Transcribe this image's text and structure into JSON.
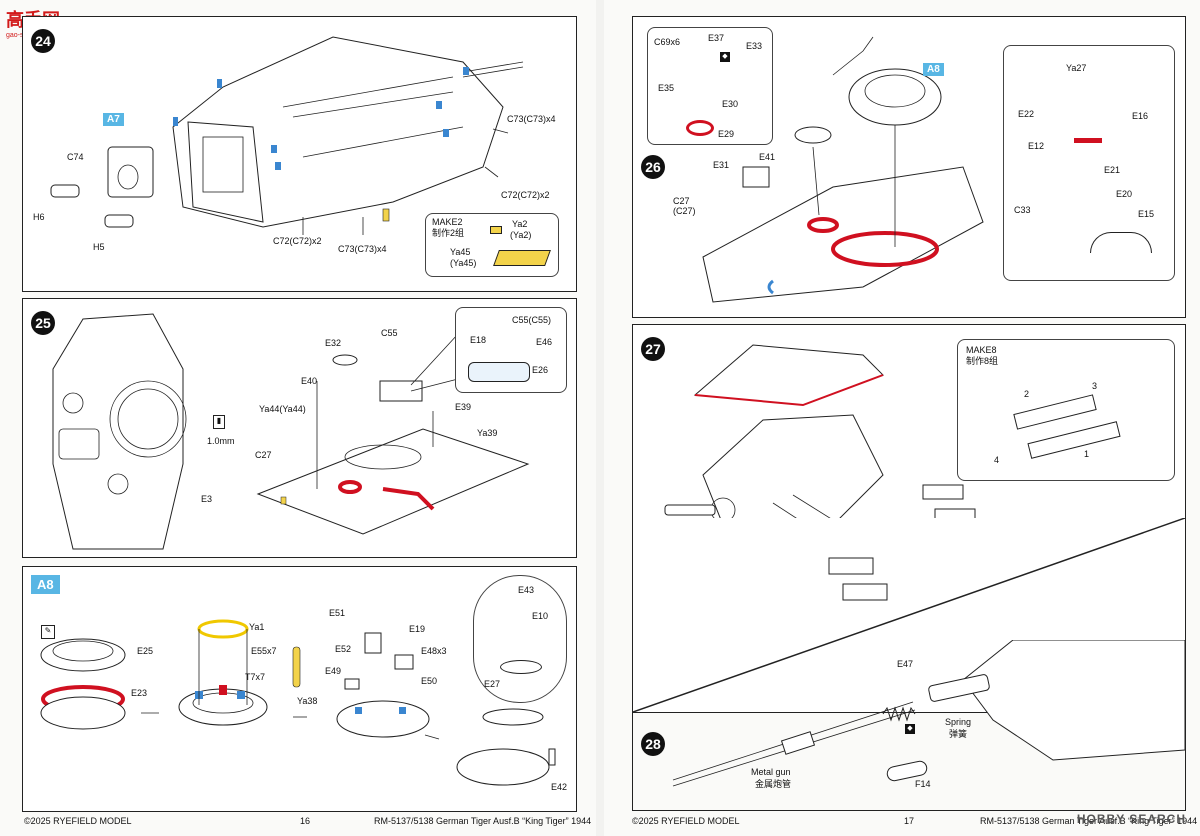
{
  "watermark": {
    "main": "高手网",
    "sub": "gao-shou.com"
  },
  "left": {
    "step24": {
      "number": "24",
      "tag": "A7",
      "labels": {
        "c74": "C74",
        "h6": "H6",
        "h5": "H5",
        "c73a": "C73(C73)x4",
        "c72a": "C72(C72)x2",
        "c72b": "C72(C72)x2",
        "c73b": "C73(C73)x4"
      },
      "make": {
        "title": "MAKE2",
        "title_cn": "制作2组",
        "ya2": "Ya2",
        "ya2b": "(Ya2)",
        "ya45": "Ya45",
        "ya45b": "(Ya45)"
      }
    },
    "step25": {
      "number": "25",
      "labels": {
        "e32": "E32",
        "c55": "C55",
        "e40": "E40",
        "ya44": "Ya44(Ya44)",
        "e39": "E39",
        "ya39": "Ya39",
        "c27": "C27",
        "e3": "E3",
        "drill": "1.0mm",
        "c55b": "C55(C55)",
        "e18": "E18",
        "e46": "E46",
        "e26": "E26"
      }
    },
    "a8": {
      "tag": "A8",
      "labels": {
        "e25": "E25",
        "e23": "E23",
        "ya1": "Ya1",
        "e55": "E55x7",
        "t7": "T7x7",
        "ya38": "Ya38",
        "e51": "E51",
        "e19": "E19",
        "e52": "E52",
        "e48": "E48x3",
        "e49": "E49",
        "e50": "E50",
        "e43": "E43",
        "e10": "E10",
        "e27": "E27",
        "e42": "E42"
      }
    },
    "footer": {
      "copyright": "©2025 RYEFIELD MODEL",
      "page": "16",
      "model": "RM-5137/5138 German Tiger Ausf.B “King Tiger” 1944"
    }
  },
  "right": {
    "step26": {
      "number": "26",
      "tag": "A8",
      "labels": {
        "c69": "C69x6",
        "e37": "E37",
        "e33": "E33",
        "e35": "E35",
        "e30": "E30",
        "e29": "E29",
        "e31": "E31",
        "e41": "E41",
        "c27": "C27",
        "c27b": "(C27)",
        "ya27": "Ya27",
        "e22": "E22",
        "e16": "E16",
        "e12": "E12",
        "e21": "E21",
        "c33": "C33",
        "e20": "E20",
        "e15": "E15"
      }
    },
    "step27": {
      "number": "27",
      "make": {
        "title": "MAKE8",
        "title_cn": "制作8组",
        "n1": "1",
        "n2": "2",
        "n3": "3",
        "n4": "4"
      }
    },
    "step28": {
      "number": "28",
      "labels": {
        "e47": "E47",
        "spring": "Spring",
        "spring_cn": "弹簧",
        "metal": "Metal gun",
        "metal_cn": "金属炮管",
        "f14": "F14"
      }
    },
    "footer": {
      "copyright": "©2025 RYEFIELD MODEL",
      "page": "17",
      "model": "RM-5137/5138 German Tiger Ausf.B “King Tiger” 1944",
      "brand": "HOBBY SEARCH"
    }
  }
}
